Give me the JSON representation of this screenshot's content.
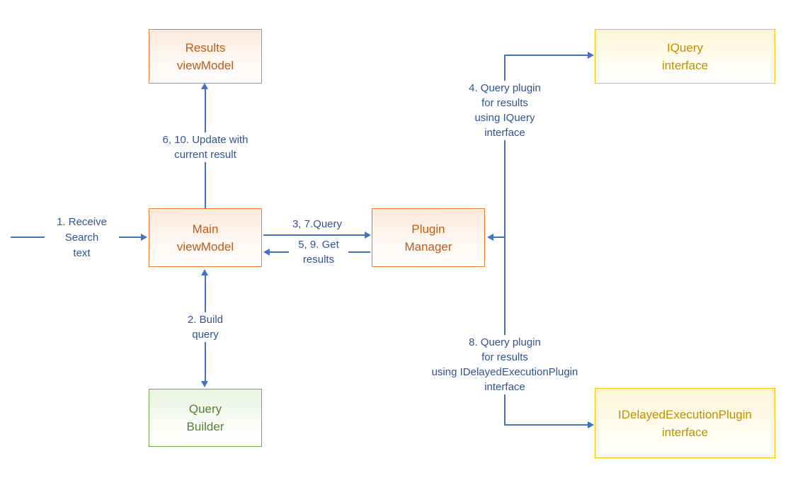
{
  "colors": {
    "orange_border": "#ED7D31",
    "orange_text": "#C55A11",
    "gold_border": "#FFC000",
    "gold_text": "#BF9000",
    "green_border": "#70AD47",
    "green_text": "#538135",
    "arrow_blue": "#4472C4",
    "label_blue": "#2F5496"
  },
  "nodes": {
    "results_viewmodel": {
      "label": "Results\nviewModel"
    },
    "iquery_interface": {
      "label": "IQuery\ninterface"
    },
    "main_viewmodel": {
      "label": "Main\nviewModel"
    },
    "plugin_manager": {
      "label": "Plugin\nManager"
    },
    "query_builder": {
      "label": "Query\nBuilder"
    },
    "idelayedexecutionplugin_interface": {
      "label": "IDelayedExecutionPlugin\ninterface"
    }
  },
  "edges": {
    "receive_search": {
      "label": "1. Receive\nSearch\ntext"
    },
    "build_query": {
      "label": "2. Build\nquery"
    },
    "query": {
      "label": "3, 7.Query"
    },
    "query_iquery": {
      "label": "4. Query plugin\nfor results\nusing IQuery\ninterface"
    },
    "get_results": {
      "label": "5, 9. Get\nresults"
    },
    "update_with_result": {
      "label": "6, 10. Update with\ncurrent result"
    },
    "query_idelayed": {
      "label": "8. Query plugin\nfor results\nusing IDelayedExecutionPlugin\ninterface"
    }
  }
}
